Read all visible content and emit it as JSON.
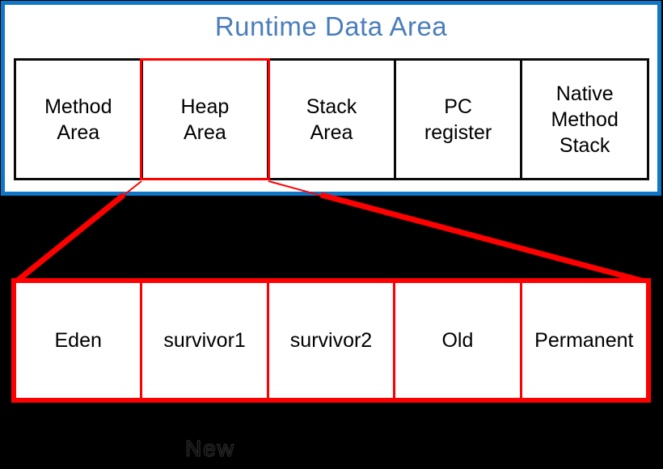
{
  "runtime_panel": {
    "title": "Runtime Data Area",
    "title_color": "#4A7EBB",
    "border_color": "#1077C8",
    "cells": [
      "Method Area",
      "Heap Area",
      "Stack Area",
      "PC register",
      "Native Method Stack"
    ],
    "highlighted_cell": "Heap Area",
    "highlight_color": "#FF0000"
  },
  "heap_panel": {
    "cells": [
      "Eden",
      "survivor1",
      "survivor2",
      "Old",
      "Permanent"
    ],
    "border_color": "#FF0000"
  },
  "footnote": {
    "label": "New"
  }
}
